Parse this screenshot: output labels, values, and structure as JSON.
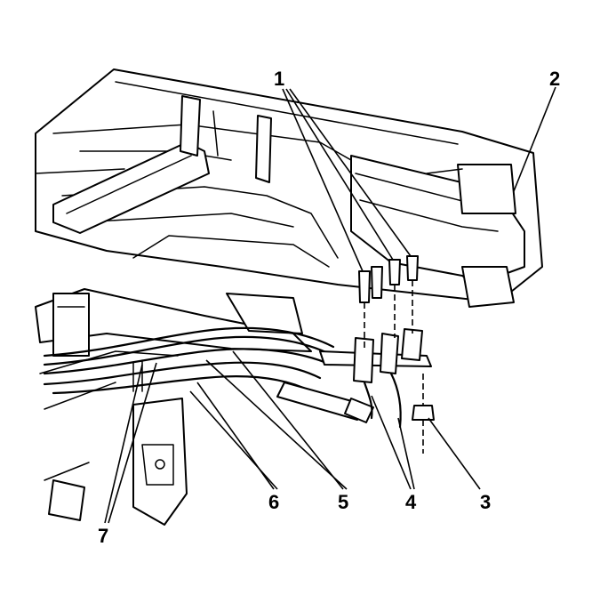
{
  "diagram": {
    "callouts": [
      {
        "id": "1",
        "label": "1"
      },
      {
        "id": "2",
        "label": "2"
      },
      {
        "id": "3",
        "label": "3"
      },
      {
        "id": "4",
        "label": "4"
      },
      {
        "id": "5",
        "label": "5"
      },
      {
        "id": "6",
        "label": "6"
      },
      {
        "id": "7",
        "label": "7"
      }
    ]
  },
  "colors": {
    "ink": "#000000",
    "paper": "#ffffff"
  }
}
